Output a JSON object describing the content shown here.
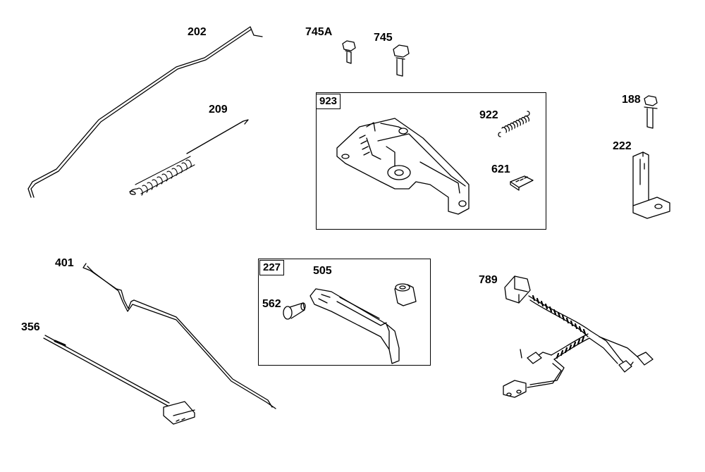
{
  "parts": {
    "p202": "202",
    "p209": "209",
    "p745a": "745A",
    "p745": "745",
    "p922": "922",
    "p621": "621",
    "p188": "188",
    "p222": "222",
    "p401": "401",
    "p356": "356",
    "p505": "505",
    "p562": "562",
    "p789": "789"
  },
  "groups": {
    "g923": "923",
    "g227": "227"
  },
  "colors": {
    "line": "#000000",
    "fill": "#ffffff",
    "shade": "#d9d9d9"
  }
}
